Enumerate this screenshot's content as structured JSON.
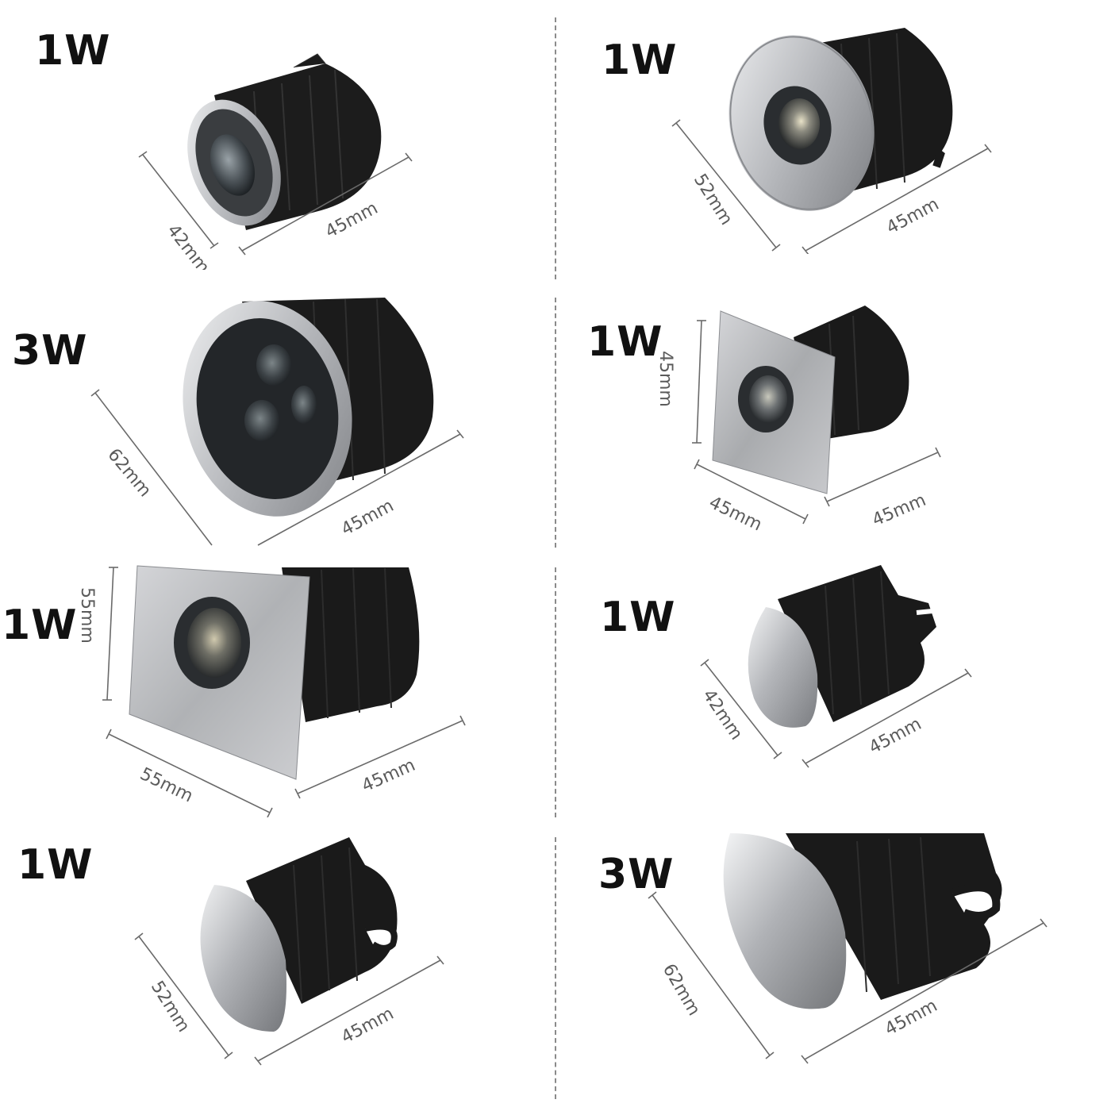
{
  "products": [
    {
      "id": "p1",
      "power": "1W",
      "shape": "round-flat",
      "dimensions": [
        "42mm",
        "45mm"
      ]
    },
    {
      "id": "p2",
      "power": "1W",
      "shape": "round-large",
      "dimensions": [
        "52mm",
        "45mm"
      ]
    },
    {
      "id": "p3",
      "power": "3W",
      "shape": "round-3led",
      "dimensions": [
        "62mm",
        "45mm"
      ]
    },
    {
      "id": "p4",
      "power": "1W",
      "shape": "square",
      "dimensions": [
        "45mm",
        "45mm",
        "45mm"
      ]
    },
    {
      "id": "p5",
      "power": "1W",
      "shape": "square-large",
      "dimensions": [
        "55mm",
        "55mm",
        "45mm"
      ]
    },
    {
      "id": "p6",
      "power": "1W",
      "shape": "half-dome",
      "dimensions": [
        "42mm",
        "45mm"
      ]
    },
    {
      "id": "p7",
      "power": "1W",
      "shape": "half-dome",
      "dimensions": [
        "52mm",
        "45mm"
      ]
    },
    {
      "id": "p8",
      "power": "3W",
      "shape": "half-dome-large",
      "dimensions": [
        "62mm",
        "45mm"
      ]
    }
  ],
  "colors": {
    "background": "#ffffff",
    "housing": "#1b1b1b",
    "steel_light": "#e2e3e5",
    "steel_dark": "#8d8f93",
    "label": "#111111",
    "dimension": "#5b5b5b"
  }
}
